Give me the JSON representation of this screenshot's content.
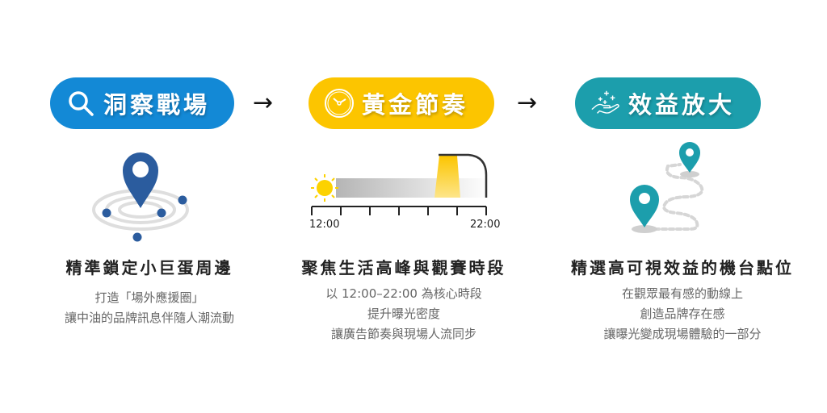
{
  "colors": {
    "blue": "#1389d6",
    "yellow": "#fcc500",
    "teal": "#1c9eac",
    "pin_blue": "#2b5c9e",
    "pin_teal": "#1c9eac"
  },
  "steps": [
    {
      "pill_label": "洞察戰場",
      "icon": "search-icon",
      "title": "精準鎖定小巨蛋周邊",
      "desc": [
        "打造「場外應援圈」",
        "讓中油的品牌訊息伴隨人潮流動"
      ]
    },
    {
      "pill_label": "黃金節奏",
      "icon": "clock-icon",
      "title": "聚焦生活高峰與觀賽時段",
      "desc": [
        "以 12:00–22:00 為核心時段",
        "提升曝光密度",
        "讓廣告節奏與現場人流同步"
      ],
      "timeline": {
        "start": "12:00",
        "end": "22:00"
      }
    },
    {
      "pill_label": "效益放大",
      "icon": "sparkle-hand-icon",
      "title": "精選高可視效益的機台點位",
      "desc": [
        "在觀眾最有感的動線上",
        "創造品牌存在感",
        "讓曝光變成現場體驗的一部分"
      ]
    }
  ],
  "arrows": [
    "→",
    "→"
  ]
}
